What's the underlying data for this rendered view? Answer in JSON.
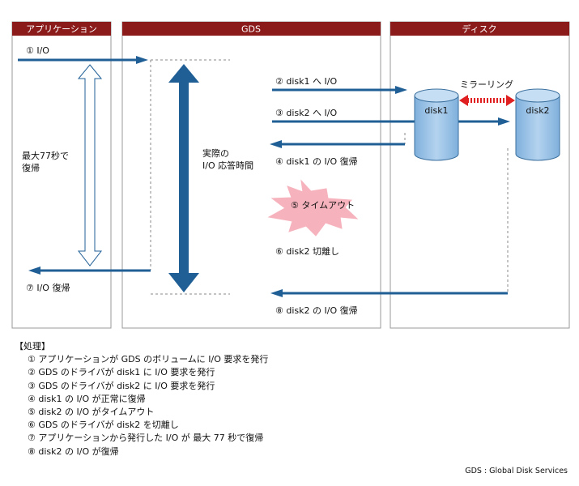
{
  "columns": {
    "application": "アプリケーション",
    "gds": "GDS",
    "disk": "ディスク"
  },
  "disks": {
    "disk1": "disk1",
    "disk2": "disk2",
    "mirroring": "ミラーリング"
  },
  "labels": {
    "step1": "① I/O",
    "step2": "② disk1 へ I/O",
    "step3": "③ disk2 へ I/O",
    "step4": "④ disk1 の I/O 復帰",
    "step5": "⑤ タイムアウト",
    "step6": "⑥ disk2 切離し",
    "step7": "⑦ I/O 復帰",
    "step8": "⑧ disk2 の I/O 復帰",
    "max_wait_line1": "最大77秒で",
    "max_wait_line2": "復帰",
    "actual_line1": "実際の",
    "actual_line2": "I/O 応答時間"
  },
  "steps_title": "【処理】",
  "steps": [
    "① アプリケーションが GDS のボリュームに I/O 要求を発行",
    "② GDS のドライバが disk1 に I/O 要求を発行",
    "③ GDS のドライバが disk2 に I/O 要求を発行",
    "④ disk1 の I/O が正常に復帰",
    "⑤ disk2 の I/O がタイムアウト",
    "⑥ GDS のドライバが disk2 を切離し",
    "⑦ アプリケーションから発行した I/O が 最大 77 秒で復帰",
    "⑧ disk2 の I/O が復帰"
  ],
  "footnote": "GDS : Global Disk Services",
  "colors": {
    "header": "#8b1a1a",
    "arrow": "#1f5f96",
    "disk_fill": "#9dc3e6",
    "mirror": "#e02020",
    "burst": "#f6b3bd"
  }
}
